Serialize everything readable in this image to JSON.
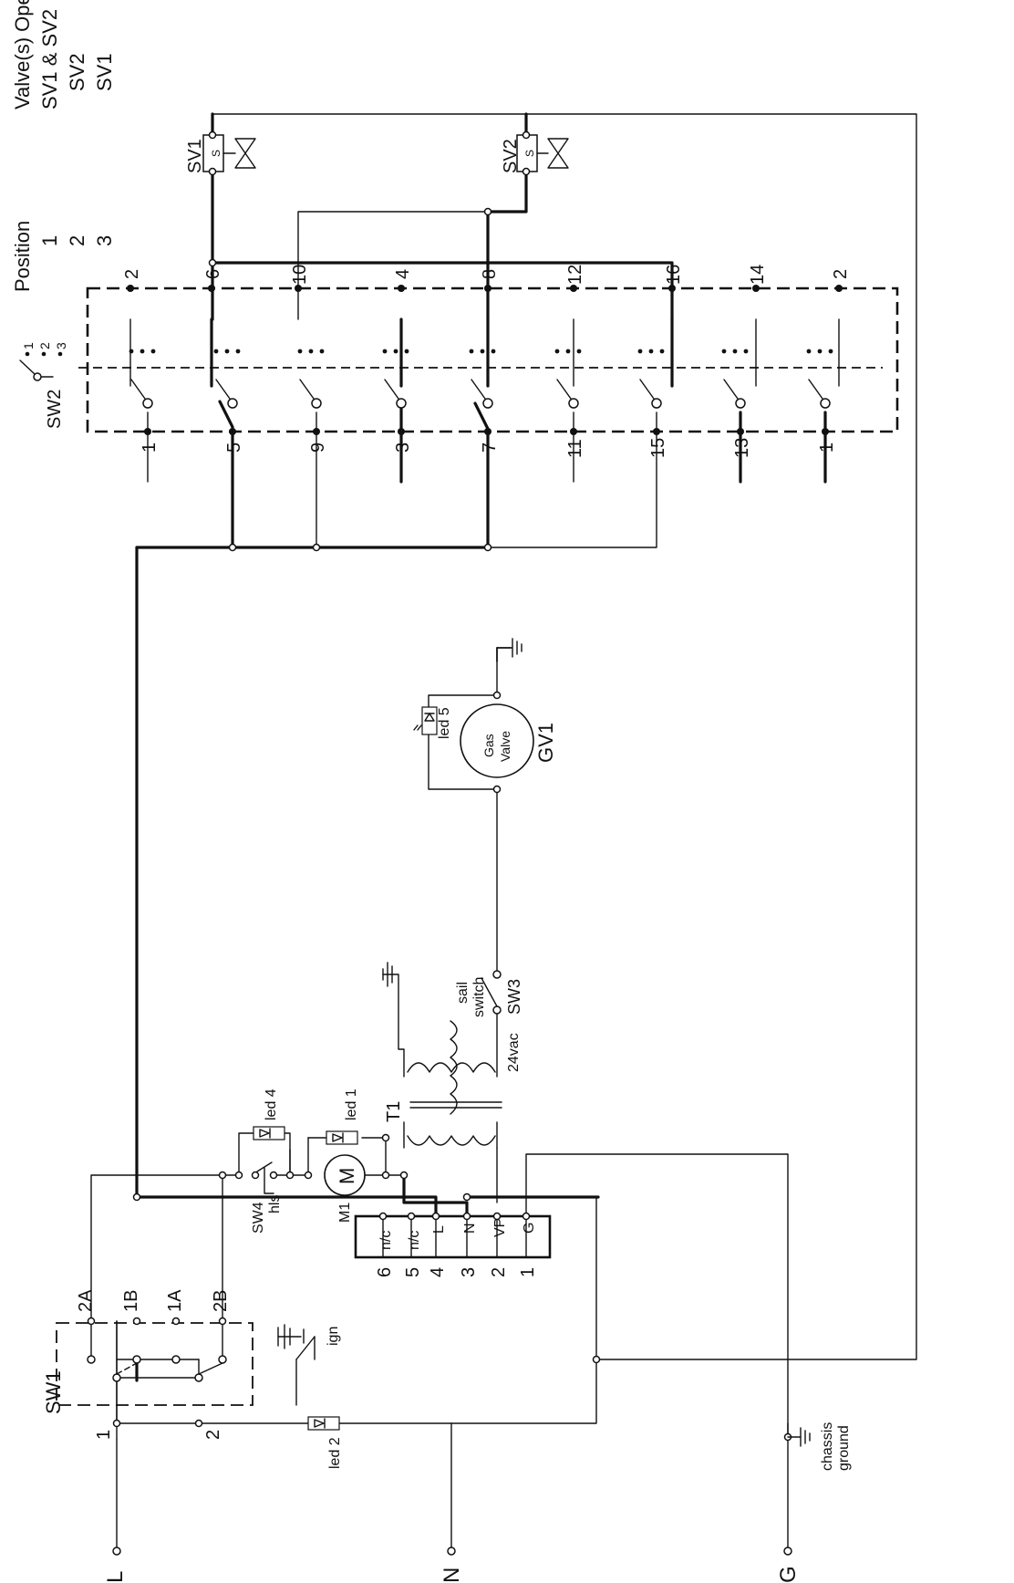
{
  "legend": {
    "col1_header": "Position",
    "col2_header": "Valve(s) Open",
    "rows": [
      {
        "position": "1",
        "valves": "SV1 & SV2"
      },
      {
        "position": "2",
        "valves": "SV2"
      },
      {
        "position": "3",
        "valves": "SV1"
      }
    ]
  },
  "components": {
    "sw1": "SW1",
    "sw1_terms": [
      "2A",
      "1B",
      "1A",
      "2B",
      "1",
      "2"
    ],
    "sw2": "SW2",
    "sw2_positions": [
      "1",
      "2",
      "3"
    ],
    "sw2_top_terms": [
      "2",
      "6",
      "10",
      "4",
      "8",
      "12",
      "16",
      "14",
      "2"
    ],
    "sw2_bottom_terms": [
      "1",
      "5",
      "9",
      "3",
      "7",
      "11",
      "15",
      "13",
      "1"
    ],
    "sv1": "SV1",
    "sv2": "SV2",
    "solenoid": "S",
    "sw3": "SW3",
    "sail_switch": "sail\nswitch",
    "sw4": "SW4",
    "hls": "hls",
    "motor": "M1",
    "motor_symbol": "M",
    "transformer": "T1",
    "secondary": "24vac",
    "gas_valve": "GV1",
    "gas_valve_text": "Gas\nValve",
    "led1": "led 1",
    "led2": "led 2",
    "led4": "led 4",
    "led5": "led 5",
    "ign": "ign",
    "ign_block_terms": [
      "6",
      "5",
      "4",
      "3",
      "2",
      "1"
    ],
    "ign_block_labels": [
      "n/c",
      "n/c",
      "L",
      "N",
      "VP",
      "G"
    ],
    "chassis_ground": "chassis\nground",
    "line_l": "L",
    "line_n": "N",
    "line_g": "G"
  }
}
